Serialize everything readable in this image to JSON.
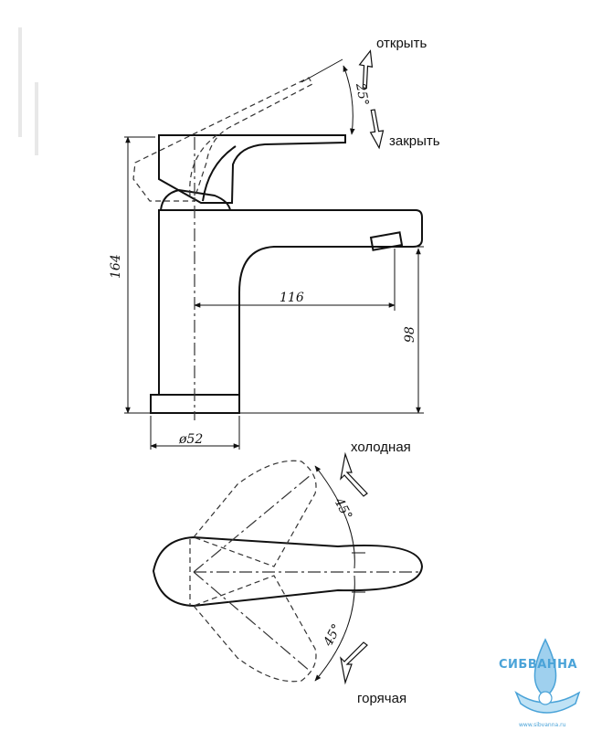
{
  "side_view": {
    "label_open": "открыть",
    "label_close": "закрыть",
    "angle_lever": "25°",
    "dim_height": "164",
    "dim_reach": "116",
    "dim_spout_height": "98",
    "dim_base_diameter": "ø52"
  },
  "top_view": {
    "label_cold": "холодная",
    "label_hot": "горячая",
    "angle_cold": "45°",
    "angle_hot": "45°"
  },
  "logo": {
    "name": "СИБВАННА",
    "url": "www.sibvanna.ru",
    "accent_color": "#4aa3d8"
  }
}
